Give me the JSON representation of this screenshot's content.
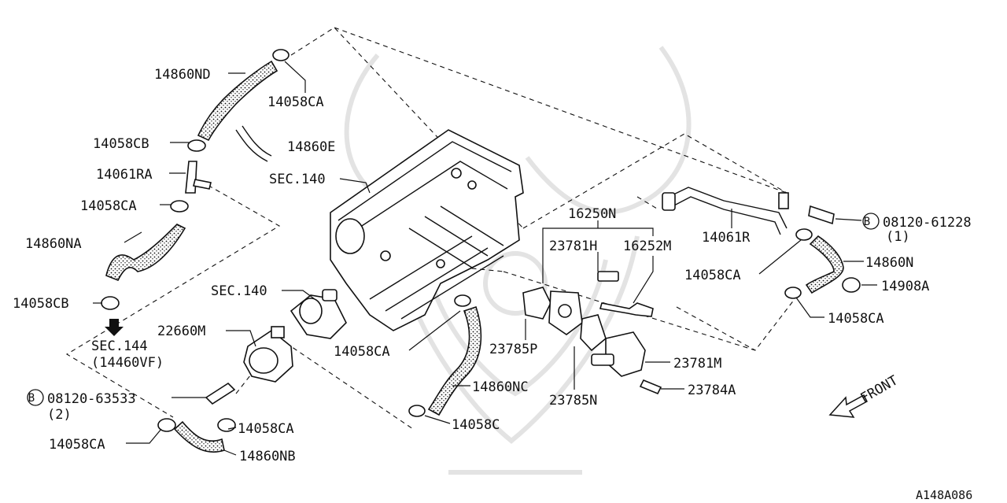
{
  "labels": {
    "p14860ND": "14860ND",
    "p14058CA_top": "14058CA",
    "p14058CB_top": "14058CB",
    "p14860E": "14860E",
    "p14061RA": "14061RA",
    "sec140_top": "SEC.140",
    "p14058CA_left": "14058CA",
    "p14860NA": "14860NA",
    "p14058CB_bot": "14058CB",
    "sec140_mid": "SEC.140",
    "p22660M": "22660M",
    "sec144": "SEC.144",
    "sec144_sub": "(14460VF)",
    "bolt_left_code": "08120-63533",
    "bolt_left_qty": "(2)",
    "p14058CA_bl": "14058CA",
    "p14058CA_mid": "14058CA",
    "p14860NB": "14860NB",
    "p14058CA_center": "14058CA",
    "p14860NC": "14860NC",
    "p14058C": "14058C",
    "p16250N": "16250N",
    "p23781H": "23781H",
    "p16252M": "16252M",
    "p23785P": "23785P",
    "p23785N": "23785N",
    "p23781M": "23781M",
    "p23784A": "23784A",
    "p14061R": "14061R",
    "bolt_right_code": "08120-61228",
    "bolt_right_qty": "(1)",
    "p14058CA_r1": "14058CA",
    "p14860N": "14860N",
    "p14908A": "14908A",
    "p14058CA_r2": "14058CA",
    "front": "FRONT",
    "bolt_marker": "B",
    "figure_code": "A148A086"
  },
  "colors": {
    "ink": "#111111",
    "watermark": "#e3e3e3",
    "background": "#ffffff"
  }
}
